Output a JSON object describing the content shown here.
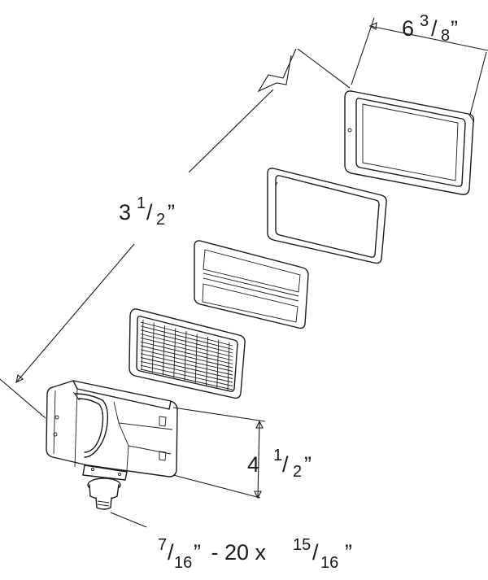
{
  "dimensions": {
    "width_label": {
      "whole": "6",
      "numerator": "3",
      "denominator": "8",
      "unit": "”"
    },
    "depth_label": {
      "whole": "3",
      "numerator": "1",
      "denominator": "2",
      "unit": "”"
    },
    "height_label": {
      "whole": "4",
      "numerator": "1",
      "denominator": "2",
      "unit": "”"
    },
    "stud_label": {
      "num1": "7",
      "den1": "16",
      "inch1": "”",
      "separator": " - 20 x ",
      "num2": "15",
      "den2": "16",
      "inch2": "”"
    }
  }
}
